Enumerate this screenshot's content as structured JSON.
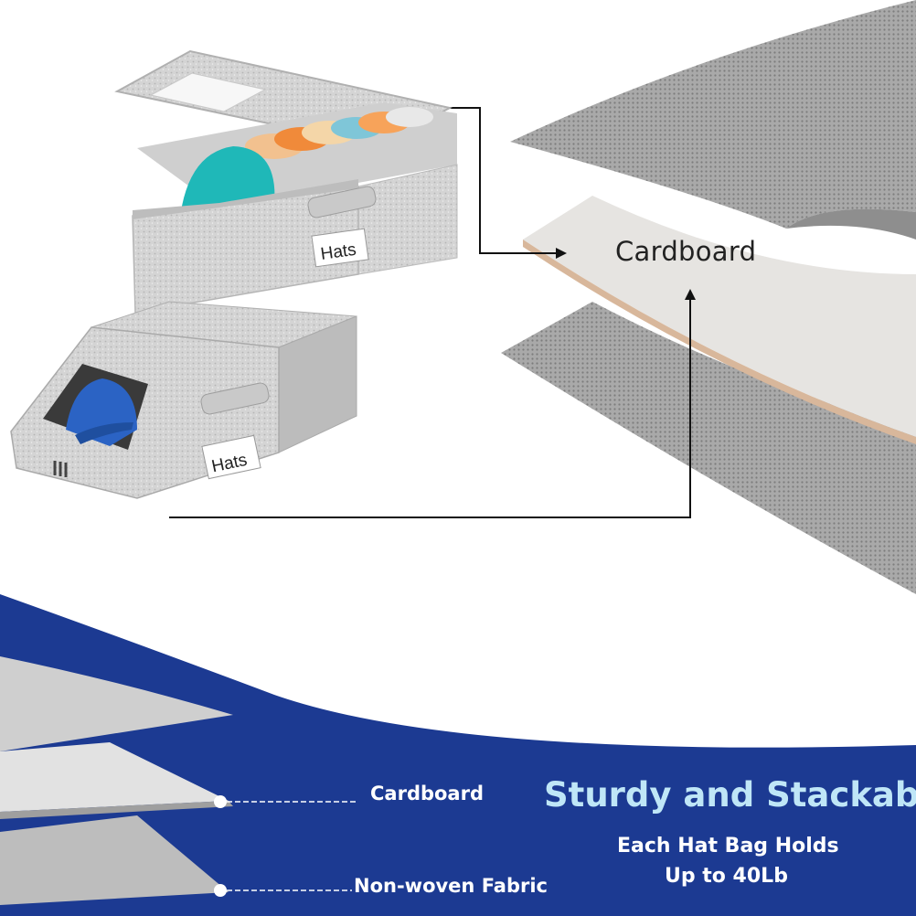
{
  "callout": {
    "top_material": "Cardboard"
  },
  "headline": "Sturdy and Stackable",
  "subtext": {
    "line1": "Each Hat Bag Holds",
    "line2": "Up to 40Lb"
  },
  "layers": {
    "layer1": "Cardboard",
    "layer2": "Non-woven Fabric"
  },
  "bins": {
    "top_label": "Hats",
    "bottom_label": "Hats"
  },
  "colors": {
    "navy": "#1c3a92",
    "headline": "#bfe6f7",
    "fabric": "#bdbdbd",
    "cardboard": "#e4e2df",
    "cap_teal": "#1fb8b8",
    "cap_blue": "#2b63c4"
  }
}
